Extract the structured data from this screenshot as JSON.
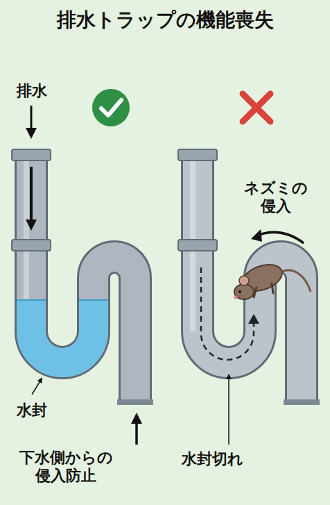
{
  "diagram": {
    "title": "排水トラップの機能喪失",
    "labels": [
      "排水",
      "水封",
      "ネズミの 侵入",
      "下水側からの 侵入防止",
      "水封切れ"
    ]
  }
}
